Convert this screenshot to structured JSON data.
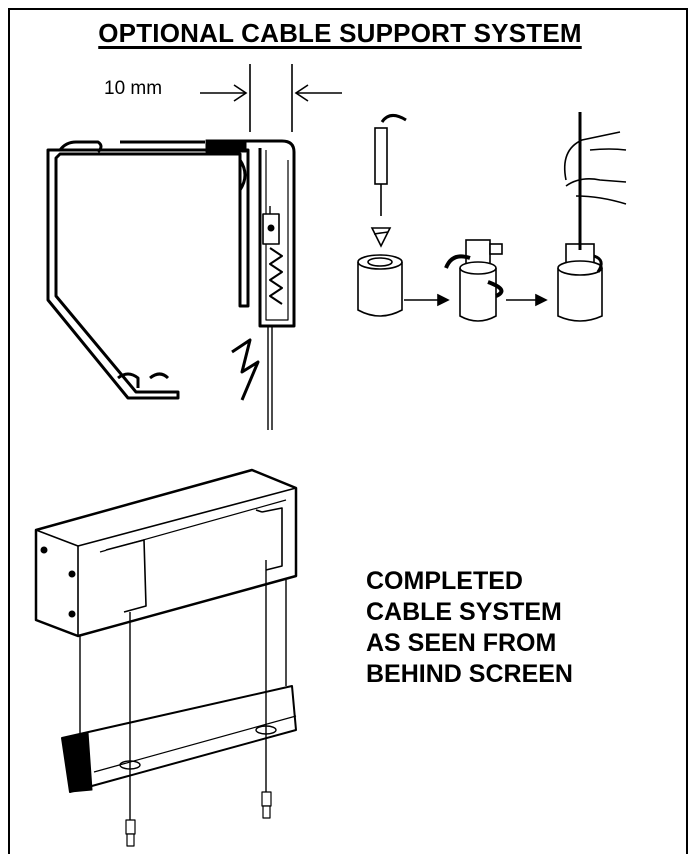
{
  "title": "OPTIONAL CABLE SUPPORT SYSTEM",
  "dimension_label": "10 mm",
  "caption_lines": [
    "COMPLETED",
    "CABLE SYSTEM",
    "AS SEEN FROM",
    "BEHIND SCREEN"
  ]
}
